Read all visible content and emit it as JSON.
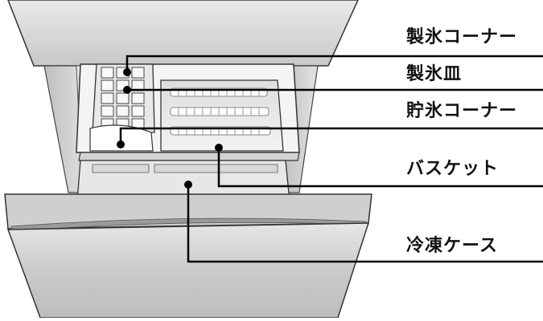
{
  "labels": {
    "ice_maker_corner": "製氷コーナー",
    "ice_tray": "製氷皿",
    "ice_storage_corner": "貯氷コーナー",
    "basket": "バスケット",
    "freezer_case": "冷凍ケース"
  }
}
